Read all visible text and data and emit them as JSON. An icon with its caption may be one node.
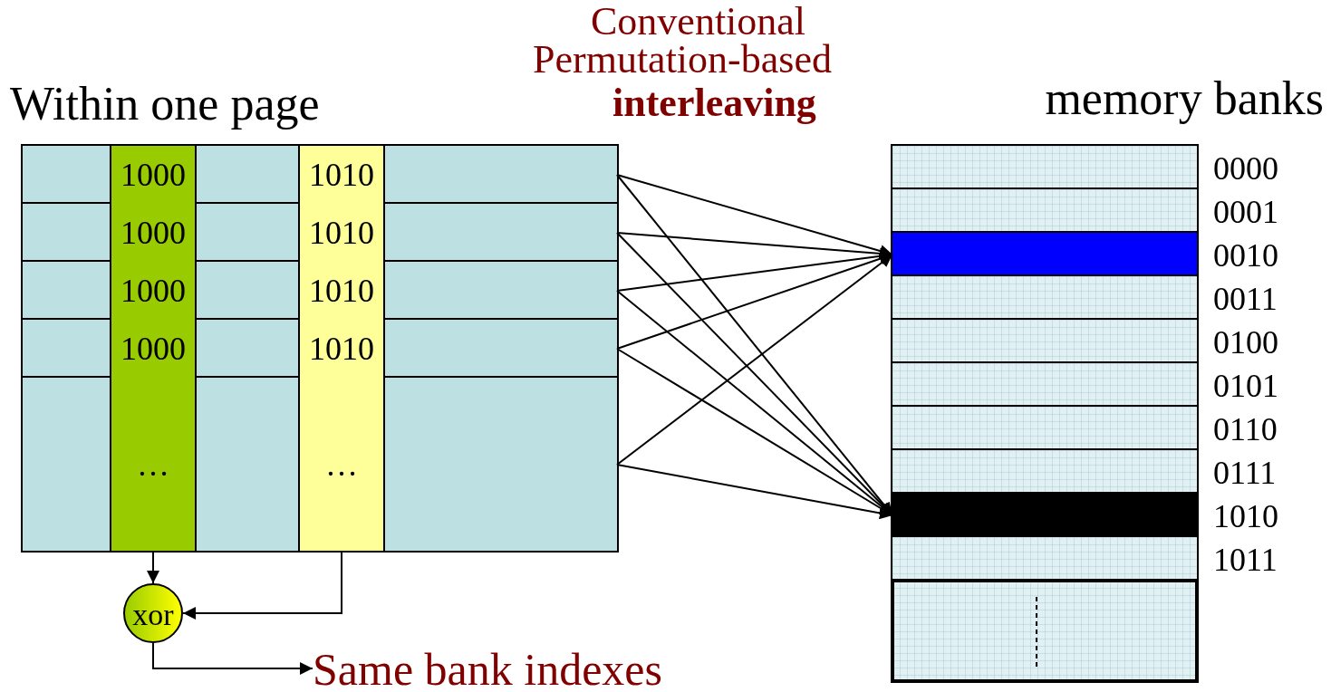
{
  "diagram": {
    "nodes": [
      {
        "text": [
          "Within one page"
        ]
      },
      {
        "text": [
          "1000",
          "1010"
        ],
        "in": 0
      },
      {
        "text": [
          "1000",
          "1010"
        ],
        "in": 0
      },
      {
        "text": [
          "1000",
          "1010"
        ],
        "in": 0
      },
      {
        "text": [
          "1000",
          "1010"
        ],
        "in": 0
      },
      {
        "text": [
          "…",
          "…"
        ],
        "in": 0
      },
      {
        "text": [],
        "shape": "bar",
        "in": 0
      },
      {
        "text": [],
        "shape": "bar",
        "in": 0
      },
      {
        "text": [
          "memory banks"
        ]
      },
      {
        "text": [],
        "shape": "bar",
        "in": 8,
        "beside": [
          "0000"
        ]
      },
      {
        "text": [],
        "shape": "bar",
        "in": 8,
        "beside": [
          "0001"
        ]
      },
      {
        "text": [],
        "shape": "bar",
        "in": 8,
        "beside": [
          "0010"
        ]
      },
      {
        "text": [],
        "shape": "bar",
        "in": 8,
        "beside": [
          "0011"
        ]
      },
      {
        "text": [],
        "shape": "bar",
        "in": 8,
        "beside": [
          "0100"
        ]
      },
      {
        "text": [],
        "shape": "bar",
        "in": 8,
        "beside": [
          "0101"
        ]
      },
      {
        "text": [],
        "shape": "bar",
        "in": 8,
        "beside": [
          "0110"
        ]
      },
      {
        "text": [],
        "shape": "bar",
        "in": 8,
        "beside": [
          "0111"
        ]
      },
      {
        "text": [],
        "shape": "bar",
        "in": 8,
        "beside": [
          "1010"
        ]
      },
      {
        "text": [],
        "shape": "bar",
        "in": 8,
        "beside": [
          "1011"
        ]
      },
      {
        "text": [],
        "shape": "box",
        "in": 8
      },
      {
        "text": [
          "xor"
        ]
      },
      {
        "text": [
          "Same bank indexes"
        ]
      }
    ],
    "edges": [
      {
        "from": 1,
        "to": 11,
        "arrow": "to"
      },
      {
        "from": 1,
        "to": 17,
        "arrow": "to"
      },
      {
        "from": 2,
        "to": 11,
        "arrow": "to"
      },
      {
        "from": 2,
        "to": 17,
        "arrow": "to"
      },
      {
        "from": 3,
        "to": 11,
        "arrow": "to"
      },
      {
        "from": 3,
        "to": 17,
        "arrow": "to"
      },
      {
        "from": 4,
        "to": 11,
        "arrow": "to"
      },
      {
        "from": 4,
        "to": 17,
        "arrow": "to"
      },
      {
        "from": 5,
        "to": 11,
        "arrow": "to"
      },
      {
        "from": 5,
        "to": 17,
        "arrow": "to"
      },
      {
        "from": 6,
        "to": 20,
        "arrow": "to"
      },
      {
        "from": 7,
        "to": 20,
        "arrow": "to"
      },
      {
        "from": 20,
        "to": 21,
        "arrow": "to"
      }
    ],
    "labels": [
      "Conventional",
      "Permutation-based",
      "interleaving"
    ]
  }
}
